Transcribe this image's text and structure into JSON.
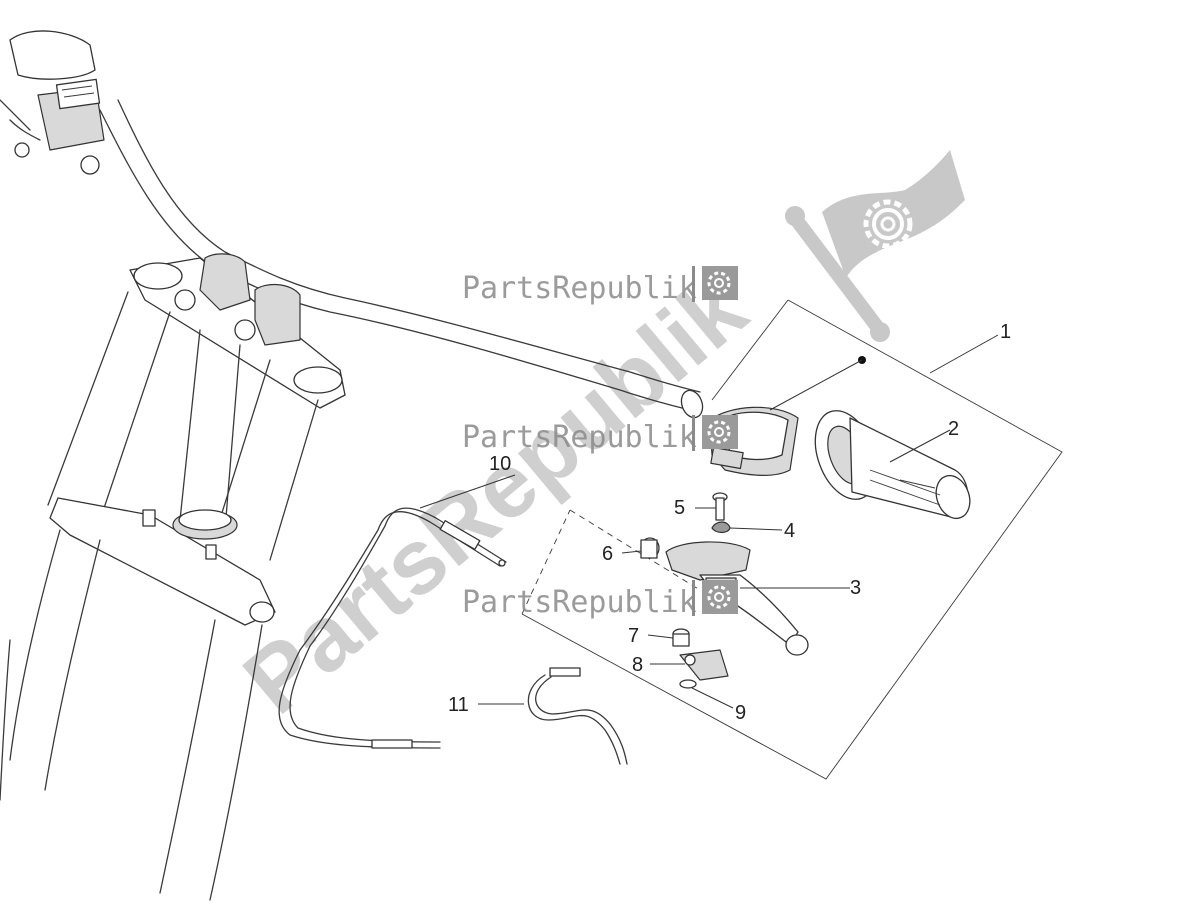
{
  "watermark": {
    "brand_text": "PartsRepublik",
    "diagonal_text": "PartsRepublik",
    "icon": "gear-icon",
    "color": "#8a8a8a"
  },
  "callouts": [
    {
      "id": "1",
      "label": "1"
    },
    {
      "id": "2",
      "label": "2"
    },
    {
      "id": "3",
      "label": "3"
    },
    {
      "id": "4",
      "label": "4"
    },
    {
      "id": "5",
      "label": "5"
    },
    {
      "id": "6",
      "label": "6"
    },
    {
      "id": "7",
      "label": "7"
    },
    {
      "id": "8",
      "label": "8"
    },
    {
      "id": "9",
      "label": "9"
    },
    {
      "id": "10",
      "label": "10"
    },
    {
      "id": "11",
      "label": "11"
    }
  ]
}
